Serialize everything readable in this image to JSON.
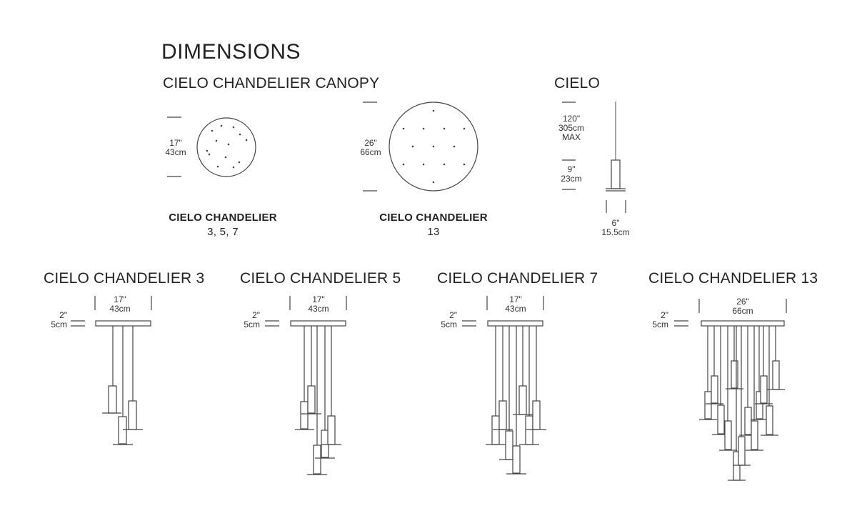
{
  "title": "DIMENSIONS",
  "canopy": {
    "heading": "CIELO CHANDELIER CANOPY",
    "small": {
      "dim_in": "17\"",
      "dim_cm": "43cm",
      "label": "CIELO CHANDELIER",
      "sublabel": "3, 5, 7"
    },
    "large": {
      "dim_in": "26\"",
      "dim_cm": "66cm",
      "label": "CIELO CHANDELIER",
      "sublabel": "13"
    }
  },
  "cielo": {
    "heading": "CIELO",
    "cord": {
      "in": "120\"",
      "cm": "305cm",
      "note": "MAX"
    },
    "body": {
      "in": "9\"",
      "cm": "23cm"
    },
    "width": {
      "in": "6\"",
      "cm": "15.5cm"
    }
  },
  "chandeliers": [
    {
      "name": "CIELO CHANDELIER 3",
      "width_in": "17\"",
      "width_cm": "43cm",
      "height_in": "2\"",
      "height_cm": "5cm"
    },
    {
      "name": "CIELO CHANDELIER 5",
      "width_in": "17\"",
      "width_cm": "43cm",
      "height_in": "2\"",
      "height_cm": "5cm"
    },
    {
      "name": "CIELO CHANDELIER 7",
      "width_in": "17\"",
      "width_cm": "43cm",
      "height_in": "2\"",
      "height_cm": "5cm"
    },
    {
      "name": "CIELO CHANDELIER 13",
      "width_in": "26\"",
      "width_cm": "66cm",
      "height_in": "2\"",
      "height_cm": "5cm"
    }
  ]
}
